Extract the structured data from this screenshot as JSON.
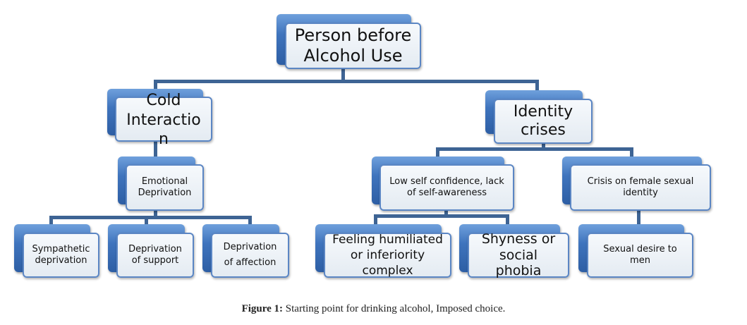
{
  "nodes": {
    "root": "Person before Alcohol Use",
    "cold": "Cold Interactio n",
    "identity": "Identity crises",
    "emotional": "Emotional Deprivation",
    "low_conf": "Low self confidence, lack of self-awareness",
    "crisis_female": "Crisis on female sexual identity",
    "sympathetic": "Sympathetic deprivation",
    "support": "Deprivation of support",
    "affection": "Deprivation of affection",
    "humiliated": "Feeling humiliated or inferiority complex",
    "shyness": "Shyness or social phobia",
    "sexual_desire": "Sexual desire to men"
  },
  "caption": {
    "label": "Figure 1:",
    "text": " Starting point for drinking alcohol, Imposed choice."
  },
  "colors": {
    "connector": "#3e6494",
    "box_back": "#3f74bd",
    "box_border": "#5b86c4"
  }
}
